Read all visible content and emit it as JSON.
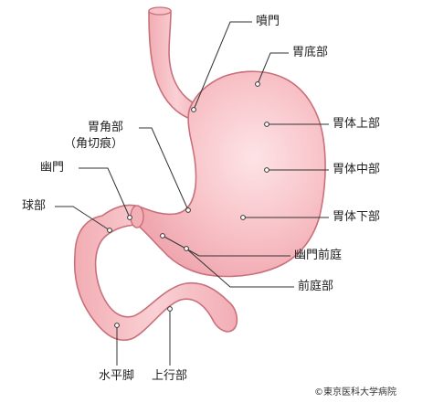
{
  "diagram": {
    "labels": {
      "cardia": "噴門",
      "fundus": "胃底部",
      "angle_line1": "胃角部",
      "angle_line2": "（角切痕）",
      "upper_body": "胃体上部",
      "middle_body": "胃体中部",
      "pylorus": "幽門",
      "lower_body": "胃体下部",
      "bulb": "球部",
      "prepyloric_antrum": "幽門前庭",
      "antrum": "前庭部",
      "horizontal_part": "水平脚",
      "ascending_part": "上行部"
    },
    "credit": "©東京医科大学病院"
  },
  "colors": {
    "organ_fill": "#f5b8be",
    "organ_highlight": "#fde3e6",
    "organ_outline": "#c9707a",
    "leader_line": "#333333",
    "background": "#ffffff"
  }
}
